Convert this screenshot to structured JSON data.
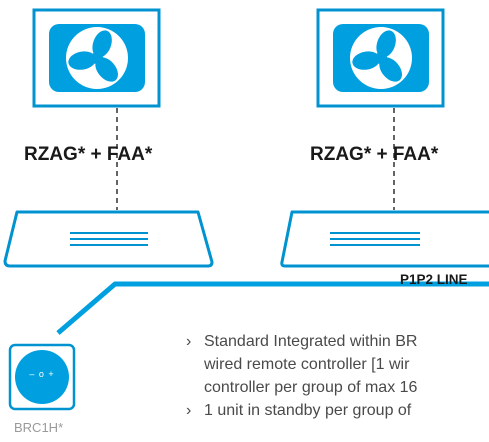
{
  "units": [
    {
      "label": "RZAG* + FAA*"
    },
    {
      "label": "RZAG* + FAA*"
    }
  ],
  "p1p2_line_label": "P1P2 LINE",
  "controller": {
    "model": "BRC1H*",
    "screen_text": "– o +"
  },
  "features": [
    {
      "mark": "›",
      "lines": [
        "Standard Integrated within BR",
        "wired remote controller [1 wir",
        "controller per group of max 16"
      ]
    },
    {
      "mark": "›",
      "lines": [
        "1 unit in standby per group of"
      ]
    }
  ],
  "colors": {
    "outline": "#0093d0",
    "accent": "#00a0e0",
    "text_dark": "#1a1a1a",
    "text_gray": "#4a4a4a"
  }
}
